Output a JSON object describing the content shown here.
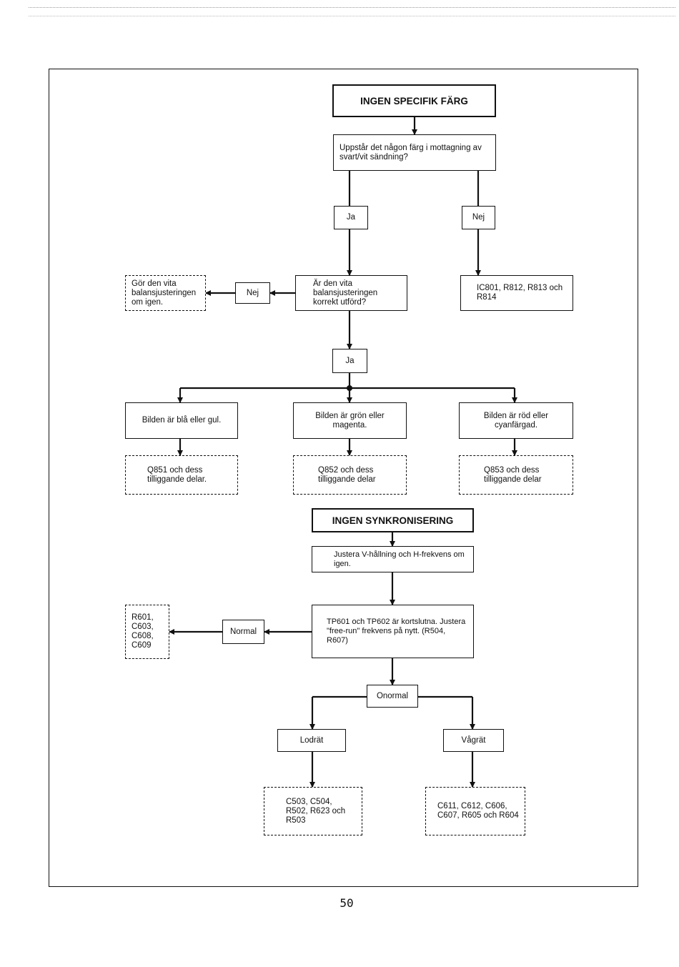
{
  "section1": {
    "title": "INGEN SPECIFIK FÄRG",
    "question": "Uppstår det någon färg i mottagning av svart/vit sändning?",
    "yes1": "Ja",
    "no1": "Nej",
    "no_result": "IC801, R812, R813 och R814",
    "check_white": "Är den vita balansjusteringen korrekt utförd?",
    "no2": "Nej",
    "redo_white": "Gör den vita balansjusteringen om igen.",
    "yes2": "Ja",
    "case_blue": "Bilden är blå eller gul.",
    "case_green": "Bilden är grön eller magenta.",
    "case_red": "Bilden är röd eller cyanfärgad.",
    "res_blue": "Q851 och dess tilliggande delar.",
    "res_green": "Q852 och dess tilliggande delar",
    "res_red": "Q853 och dess tilliggande delar"
  },
  "section2": {
    "title": "INGEN SYNKRONISERING",
    "adjust": "Justera V-hållning och H-frekvens om igen.",
    "short": "TP601 och TP602 är kortslutna. Justera \"free-run\" frekvens på nytt. (R504, R607)",
    "normal": "Normal",
    "normal_result": "R601, C603, C608, C609",
    "abnormal": "Onormal",
    "vertical": "Lodrät",
    "horizontal": "Vågrät",
    "vertical_result": "C503, C504, R502, R623 och R503",
    "horizontal_result": "C611, C612, C606, C607, R605 och R604"
  },
  "page_number": "50"
}
